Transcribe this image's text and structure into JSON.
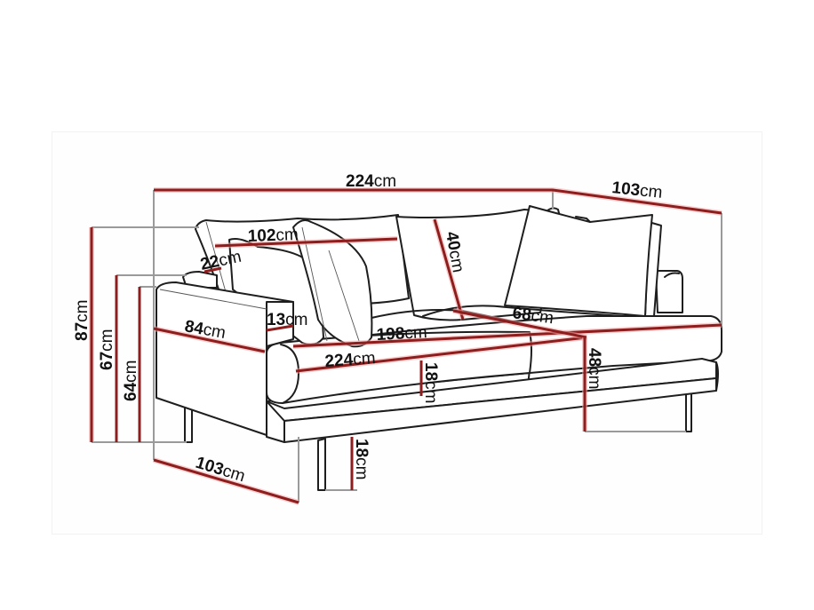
{
  "diagram": {
    "subject": "Sofa dimension drawing",
    "unit": "cm",
    "colors": {
      "dimension_line": "#8e1d1d",
      "extension_line": "#9a9a9a",
      "outline": "#1e1e1e",
      "text": "#111111"
    },
    "dimensions": {
      "total_width": {
        "value": "224",
        "unit": "cm"
      },
      "total_depth_top": {
        "value": "103",
        "unit": "cm"
      },
      "total_depth_bottom": {
        "value": "103",
        "unit": "cm"
      },
      "back_cushion_width": {
        "value": "102",
        "unit": "cm"
      },
      "back_cushion_height": {
        "value": "40",
        "unit": "cm"
      },
      "back_cushion_thickness": {
        "value": "22",
        "unit": "cm"
      },
      "total_height": {
        "value": "87",
        "unit": "cm"
      },
      "armrest_height_back": {
        "value": "67",
        "unit": "cm"
      },
      "armrest_height": {
        "value": "64",
        "unit": "cm"
      },
      "armrest_depth": {
        "value": "84",
        "unit": "cm"
      },
      "armrest_width": {
        "value": "13",
        "unit": "cm"
      },
      "seat_width": {
        "value": "198",
        "unit": "cm"
      },
      "seat_front_width": {
        "value": "224",
        "unit": "cm"
      },
      "seat_depth": {
        "value": "68",
        "unit": "cm"
      },
      "seat_cushion_height": {
        "value": "18",
        "unit": "cm"
      },
      "seat_height": {
        "value": "48",
        "unit": "cm"
      },
      "leg_height": {
        "value": "18",
        "unit": "cm"
      }
    }
  }
}
